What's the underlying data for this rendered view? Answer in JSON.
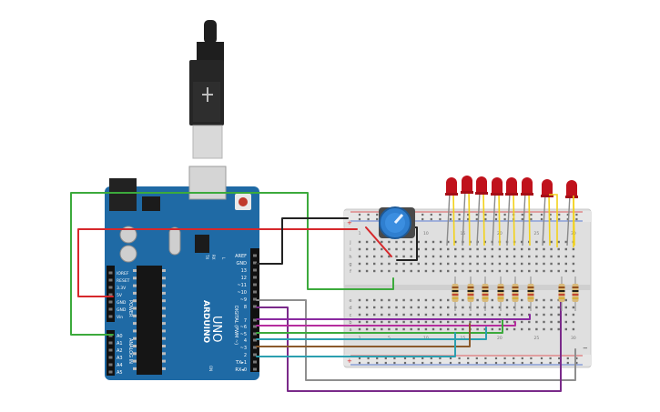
{
  "arduino": {
    "logo": "ARDUINO",
    "model": "UNO",
    "power_header": [
      "IOREF",
      "RESET",
      "3.3V",
      "5V",
      "GND",
      "GND",
      "Vin"
    ],
    "analog_header": [
      "A0",
      "A1",
      "A2",
      "A3",
      "A4",
      "A5"
    ],
    "power_label": "POWER",
    "analog_label": "ANALOG IN",
    "digital_top": [
      "AREF",
      "GND",
      "13",
      "12",
      "~11",
      "~10",
      "~9",
      "8"
    ],
    "digital_bottom": [
      "7",
      "~6",
      "~5",
      "4",
      "~3",
      "2",
      "TX▸1",
      "RX◂0"
    ],
    "digital_label": "DIGITAL (PWM ~)",
    "led_labels": [
      "TX",
      "RX"
    ],
    "on_label": "ON",
    "l_label": "L"
  },
  "breadboard": {
    "rail_plus": "+",
    "rail_minus": "−",
    "row_letters_top": [
      "j",
      "i",
      "h",
      "g",
      "f"
    ],
    "row_letters_bottom": [
      "e",
      "d",
      "c",
      "b",
      "a"
    ],
    "column_numbers": [
      "1",
      "",
      "",
      "",
      "5",
      "",
      "",
      "",
      "",
      "10",
      "",
      "",
      "",
      "",
      "15",
      "",
      "",
      "",
      "",
      "20",
      "",
      "",
      "",
      "",
      "25",
      "",
      "",
      "",
      "",
      "30"
    ]
  },
  "colors": {
    "board": "#1f6aa5",
    "wire_red": "#d6282b",
    "wire_green": "#3caa3c",
    "wire_black": "#222222",
    "wire_gray": "#8f8f8f",
    "wire_purple": "#7a2a8a",
    "wire_magenta": "#b62d9e",
    "wire_brown": "#8b5a2b",
    "wire_teal": "#2b9fb0",
    "led_red": "#c0121c",
    "lead_yellow": "#f2d21b",
    "pot_blue": "#2f7fd0"
  }
}
